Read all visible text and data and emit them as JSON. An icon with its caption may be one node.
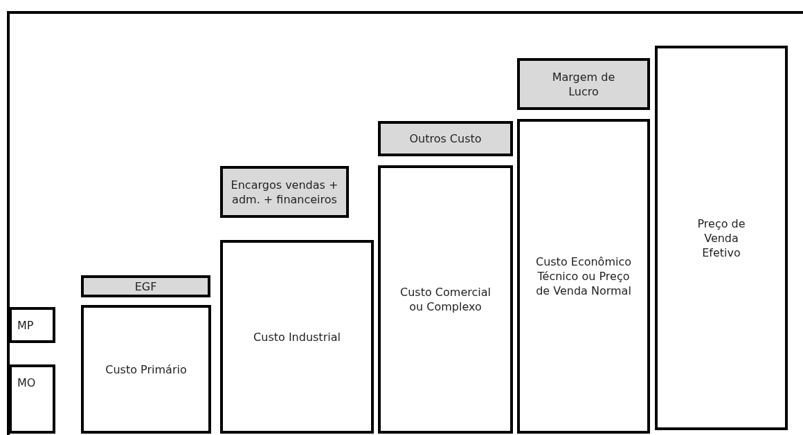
{
  "diagram": {
    "nodes": [
      {
        "text": [
          "MP"
        ]
      },
      {
        "text": [
          "MO"
        ]
      },
      {
        "text": [
          "EGF"
        ]
      },
      {
        "text": [
          "Custo Primário"
        ]
      },
      {
        "text": [
          "Encargos vendas + adm. + financeiros"
        ]
      },
      {
        "text": [
          "Custo Industrial"
        ]
      },
      {
        "text": [
          "Outros Custo"
        ]
      },
      {
        "text": [
          "Custo Comercial ou Complexo"
        ]
      },
      {
        "text": [
          "Margem de Lucro"
        ]
      },
      {
        "text": [
          "Custo Econômico Técnico ou Preço de Venda Normal"
        ]
      },
      {
        "text": [
          "Preço de Venda Efetivo"
        ]
      }
    ]
  }
}
